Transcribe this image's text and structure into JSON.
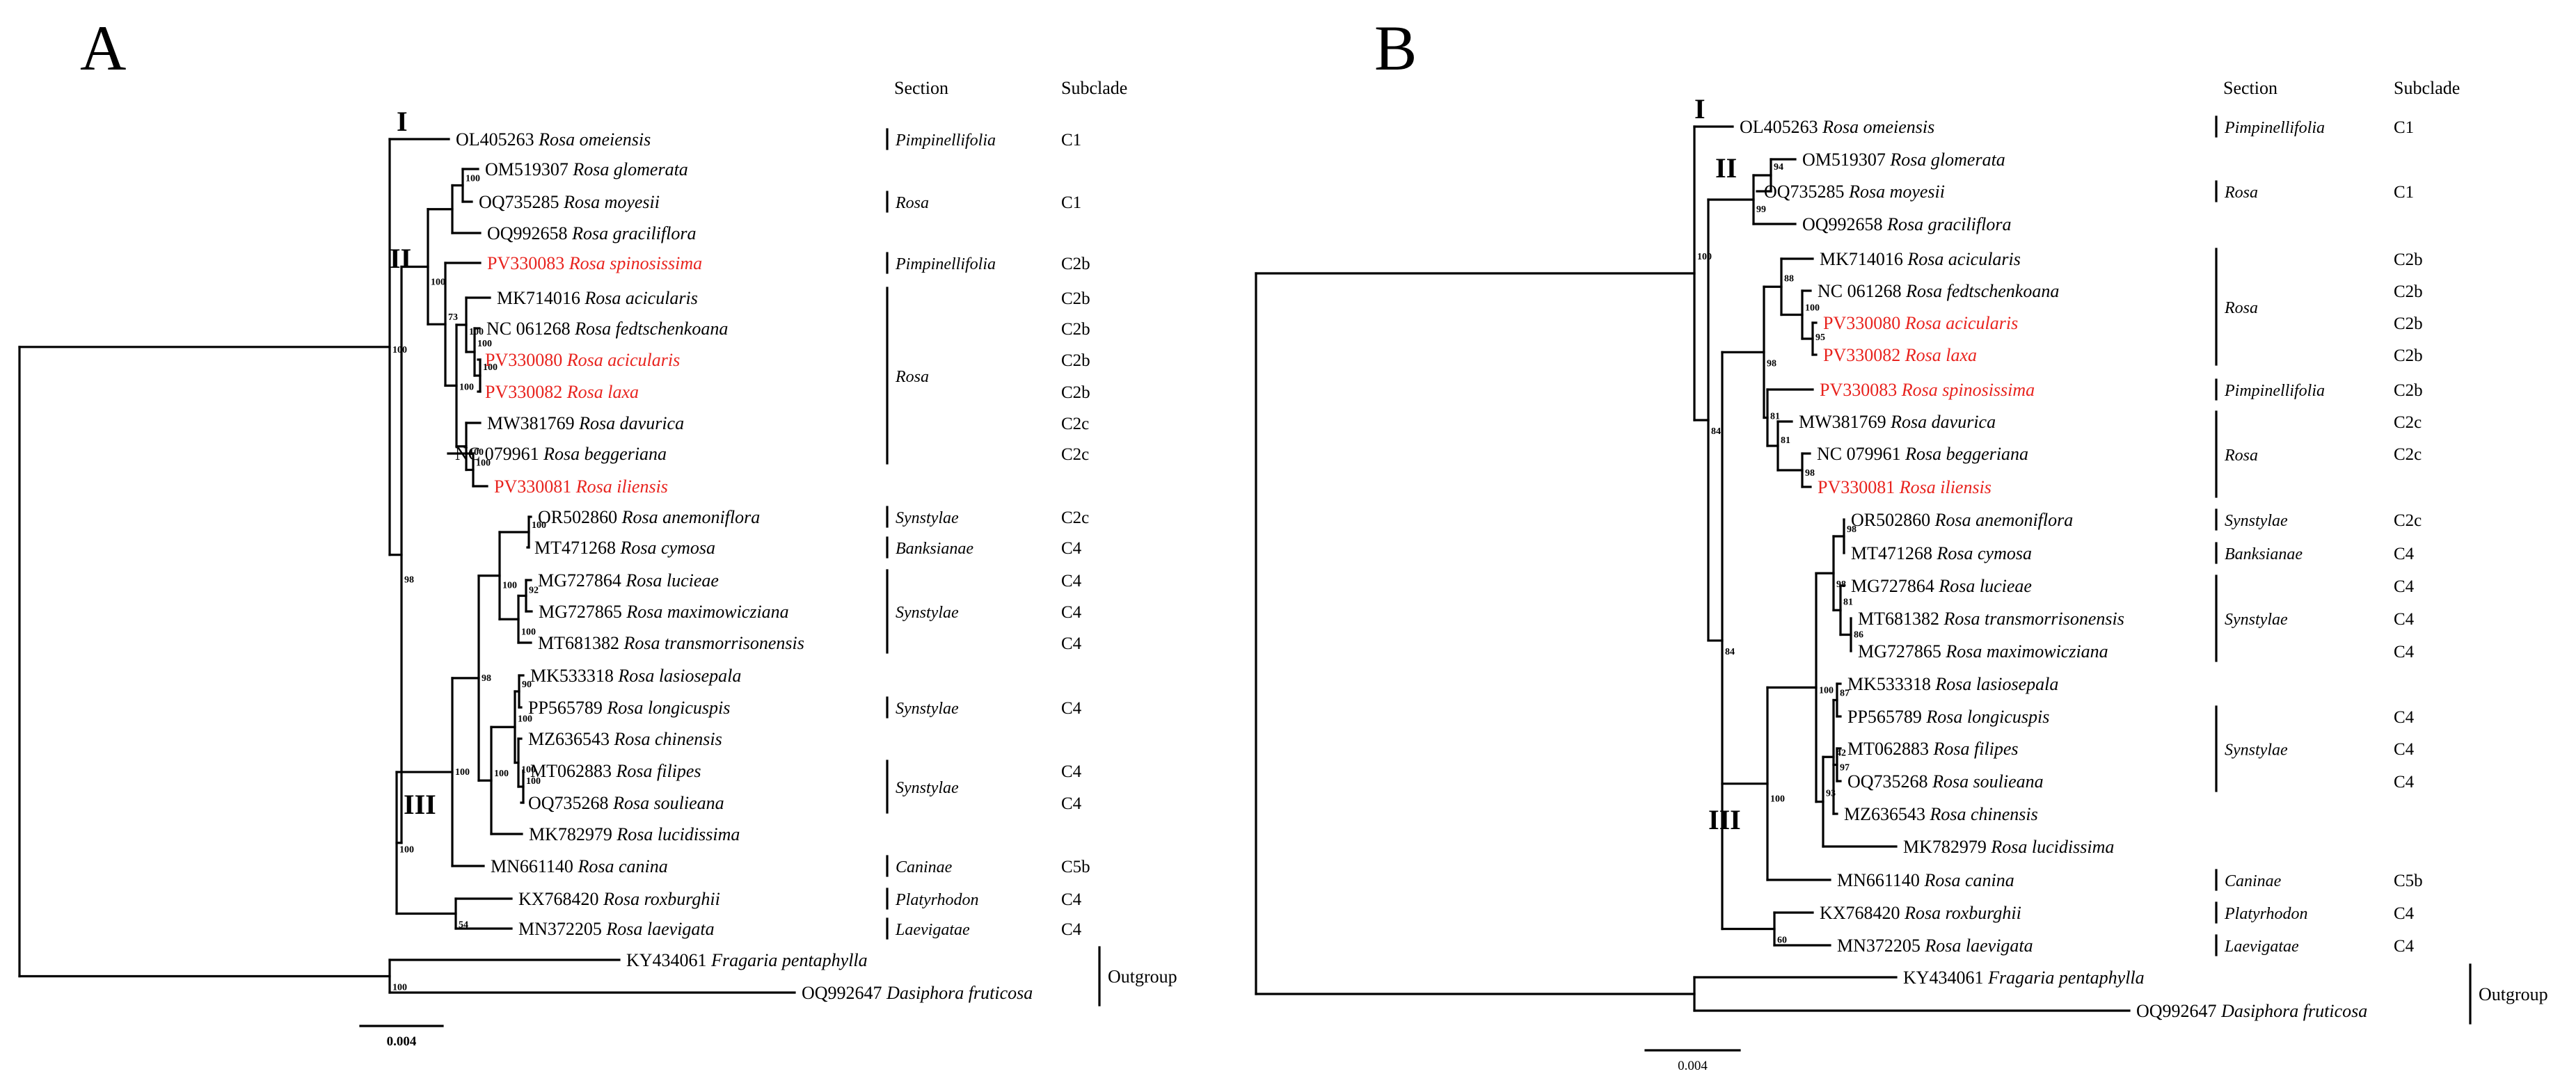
{
  "colors": {
    "ink": "#000000",
    "highlight": "#e8231e"
  },
  "panels": [
    {
      "id": "A",
      "label": "A",
      "section_header": "Section",
      "subclade_header": "Subclade",
      "scale_label": "0.004",
      "clade_labels": [
        "I",
        "II",
        "III"
      ],
      "leaves": [
        {
          "acc": "OL405263",
          "species": "Rosa omeiensis",
          "hl": false,
          "subclade": "C1"
        },
        {
          "acc": "OM519307",
          "species": "Rosa glomerata",
          "hl": false,
          "subclade": ""
        },
        {
          "acc": "OQ735285",
          "species": "Rosa moyesii",
          "hl": false,
          "subclade": "C1"
        },
        {
          "acc": "OQ992658",
          "species": "Rosa graciliflora",
          "hl": false,
          "subclade": ""
        },
        {
          "acc": "PV330083",
          "species": "Rosa spinosissima",
          "hl": true,
          "subclade": "C2b"
        },
        {
          "acc": "MK714016",
          "species": "Rosa acicularis",
          "hl": false,
          "subclade": "C2b"
        },
        {
          "acc": "NC 061268",
          "species": "Rosa fedtschenkoana",
          "hl": false,
          "subclade": "C2b"
        },
        {
          "acc": "PV330080",
          "species": "Rosa acicularis",
          "hl": true,
          "subclade": "C2b"
        },
        {
          "acc": "PV330082",
          "species": "Rosa laxa",
          "hl": true,
          "subclade": "C2b"
        },
        {
          "acc": "MW381769",
          "species": "Rosa davurica",
          "hl": false,
          "subclade": "C2c"
        },
        {
          "acc": "NC 079961",
          "species": "Rosa beggeriana",
          "hl": false,
          "subclade": "C2c"
        },
        {
          "acc": "PV330081",
          "species": "Rosa iliensis",
          "hl": true,
          "subclade": ""
        },
        {
          "acc": "OR502860",
          "species": "Rosa anemoniflora",
          "hl": false,
          "subclade": "C2c"
        },
        {
          "acc": "MT471268",
          "species": "Rosa cymosa",
          "hl": false,
          "subclade": "C4"
        },
        {
          "acc": "MG727864",
          "species": "Rosa lucieae",
          "hl": false,
          "subclade": "C4"
        },
        {
          "acc": "MG727865",
          "species": "Rosa maximowicziana",
          "hl": false,
          "subclade": "C4"
        },
        {
          "acc": "MT681382",
          "species": "Rosa transmorrisonensis",
          "hl": false,
          "subclade": "C4"
        },
        {
          "acc": "MK533318",
          "species": "Rosa lasiosepala",
          "hl": false,
          "subclade": ""
        },
        {
          "acc": "PP565789",
          "species": "Rosa longicuspis",
          "hl": false,
          "subclade": "C4"
        },
        {
          "acc": "MZ636543",
          "species": "Rosa chinensis",
          "hl": false,
          "subclade": ""
        },
        {
          "acc": "MT062883",
          "species": "Rosa filipes",
          "hl": false,
          "subclade": "C4"
        },
        {
          "acc": "OQ735268",
          "species": "Rosa soulieana",
          "hl": false,
          "subclade": "C4"
        },
        {
          "acc": "MK782979",
          "species": "Rosa lucidissima",
          "hl": false,
          "subclade": ""
        },
        {
          "acc": "MN661140",
          "species": "Rosa canina",
          "hl": false,
          "subclade": "C5b"
        },
        {
          "acc": "KX768420",
          "species": "Rosa roxburghii",
          "hl": false,
          "subclade": "C4"
        },
        {
          "acc": "MN372205",
          "species": "Rosa laevigata",
          "hl": false,
          "subclade": "C4"
        },
        {
          "acc": "KY434061",
          "species": "Fragaria pentaphylla",
          "hl": false,
          "subclade": ""
        },
        {
          "acc": "OQ992647",
          "species": "Dasiphora fruticosa",
          "hl": false,
          "subclade": ""
        }
      ],
      "sections": [
        {
          "label": "Pimpinellifolia",
          "from": 0,
          "to": 0
        },
        {
          "label": "Rosa",
          "from": 2,
          "to": 2
        },
        {
          "label": "Pimpinellifolia",
          "from": 4,
          "to": 4
        },
        {
          "label": "Rosa",
          "from": 5,
          "to": 10
        },
        {
          "label": "Synstylae",
          "from": 12,
          "to": 12
        },
        {
          "label": "Banksianae",
          "from": 13,
          "to": 13
        },
        {
          "label": "Synstylae",
          "from": 14,
          "to": 16
        },
        {
          "label": "Synstylae",
          "from": 18,
          "to": 18
        },
        {
          "label": "Synstylae",
          "from": 20,
          "to": 21
        },
        {
          "label": "Caninae",
          "from": 23,
          "to": 23
        },
        {
          "label": "Platyrhodon",
          "from": 24,
          "to": 24
        },
        {
          "label": "Laevigatae",
          "from": 25,
          "to": 25
        }
      ],
      "outgroup_label": "Outgroup",
      "bootstrap": [
        "100",
        "73",
        "100",
        "100",
        "100",
        "100",
        "100",
        "100",
        "100",
        "100",
        "100",
        "100",
        "92",
        "100",
        "90",
        "100",
        "100",
        "100",
        "100",
        "98",
        "100",
        "100",
        "54",
        "98",
        "100"
      ]
    },
    {
      "id": "B",
      "label": "B",
      "section_header": "Section",
      "subclade_header": "Subclade",
      "scale_label": "0.004",
      "clade_labels": [
        "I",
        "II",
        "III"
      ],
      "leaves": [
        {
          "acc": "OL405263",
          "species": "Rosa omeiensis",
          "hl": false,
          "subclade": "C1"
        },
        {
          "acc": "OM519307",
          "species": "Rosa glomerata",
          "hl": false,
          "subclade": ""
        },
        {
          "acc": "OQ735285",
          "species": "Rosa moyesii",
          "hl": false,
          "subclade": "C1"
        },
        {
          "acc": "OQ992658",
          "species": "Rosa graciliflora",
          "hl": false,
          "subclade": ""
        },
        {
          "acc": "MK714016",
          "species": "Rosa acicularis",
          "hl": false,
          "subclade": "C2b"
        },
        {
          "acc": "NC 061268",
          "species": "Rosa fedtschenkoana",
          "hl": false,
          "subclade": "C2b"
        },
        {
          "acc": "PV330080",
          "species": "Rosa acicularis",
          "hl": true,
          "subclade": "C2b"
        },
        {
          "acc": "PV330082",
          "species": "Rosa laxa",
          "hl": true,
          "subclade": "C2b"
        },
        {
          "acc": "PV330083",
          "species": "Rosa spinosissima",
          "hl": true,
          "subclade": "C2b"
        },
        {
          "acc": "MW381769",
          "species": "Rosa davurica",
          "hl": false,
          "subclade": "C2c"
        },
        {
          "acc": "NC 079961",
          "species": "Rosa beggeriana",
          "hl": false,
          "subclade": "C2c"
        },
        {
          "acc": "PV330081",
          "species": "Rosa iliensis",
          "hl": true,
          "subclade": ""
        },
        {
          "acc": "OR502860",
          "species": "Rosa anemoniflora",
          "hl": false,
          "subclade": "C2c"
        },
        {
          "acc": "MT471268",
          "species": "Rosa cymosa",
          "hl": false,
          "subclade": "C4"
        },
        {
          "acc": "MG727864",
          "species": "Rosa lucieae",
          "hl": false,
          "subclade": "C4"
        },
        {
          "acc": "MT681382",
          "species": "Rosa transmorrisonensis",
          "hl": false,
          "subclade": "C4"
        },
        {
          "acc": "MG727865",
          "species": "Rosa maximowicziana",
          "hl": false,
          "subclade": "C4"
        },
        {
          "acc": "MK533318",
          "species": "Rosa lasiosepala",
          "hl": false,
          "subclade": ""
        },
        {
          "acc": "PP565789",
          "species": "Rosa longicuspis",
          "hl": false,
          "subclade": "C4"
        },
        {
          "acc": "MT062883",
          "species": "Rosa filipes",
          "hl": false,
          "subclade": "C4"
        },
        {
          "acc": "OQ735268",
          "species": "Rosa soulieana",
          "hl": false,
          "subclade": "C4"
        },
        {
          "acc": "MZ636543",
          "species": "Rosa chinensis",
          "hl": false,
          "subclade": ""
        },
        {
          "acc": "MK782979",
          "species": "Rosa lucidissima",
          "hl": false,
          "subclade": ""
        },
        {
          "acc": "MN661140",
          "species": "Rosa canina",
          "hl": false,
          "subclade": "C5b"
        },
        {
          "acc": "KX768420",
          "species": "Rosa roxburghii",
          "hl": false,
          "subclade": "C4"
        },
        {
          "acc": "MN372205",
          "species": "Rosa laevigata",
          "hl": false,
          "subclade": "C4"
        },
        {
          "acc": "KY434061",
          "species": "Fragaria pentaphylla",
          "hl": false,
          "subclade": ""
        },
        {
          "acc": "OQ992647",
          "species": "Dasiphora fruticosa",
          "hl": false,
          "subclade": ""
        }
      ],
      "sections": [
        {
          "label": "Pimpinellifolia",
          "from": 0,
          "to": 0
        },
        {
          "label": "Rosa",
          "from": 2,
          "to": 2
        },
        {
          "label": "Rosa",
          "from": 4,
          "to": 7
        },
        {
          "label": "Pimpinellifolia",
          "from": 8,
          "to": 8
        },
        {
          "label": "Rosa",
          "from": 9,
          "to": 11
        },
        {
          "label": "Synstylae",
          "from": 12,
          "to": 12
        },
        {
          "label": "Banksianae",
          "from": 13,
          "to": 13
        },
        {
          "label": "Synstylae",
          "from": 14,
          "to": 16
        },
        {
          "label": "Synstylae",
          "from": 18,
          "to": 20
        },
        {
          "label": "Caninae",
          "from": 23,
          "to": 23
        },
        {
          "label": "Platyrhodon",
          "from": 24,
          "to": 24
        },
        {
          "label": "Laevigatae",
          "from": 25,
          "to": 25
        }
      ],
      "outgroup_label": "Outgroup",
      "bootstrap": [
        "94",
        "99",
        "84",
        "88",
        "100",
        "95",
        "98",
        "81",
        "98",
        "98",
        "100",
        "98",
        "81",
        "86",
        "99",
        "87",
        "97",
        "42",
        "93",
        "100",
        "100",
        "60"
      ]
    }
  ]
}
